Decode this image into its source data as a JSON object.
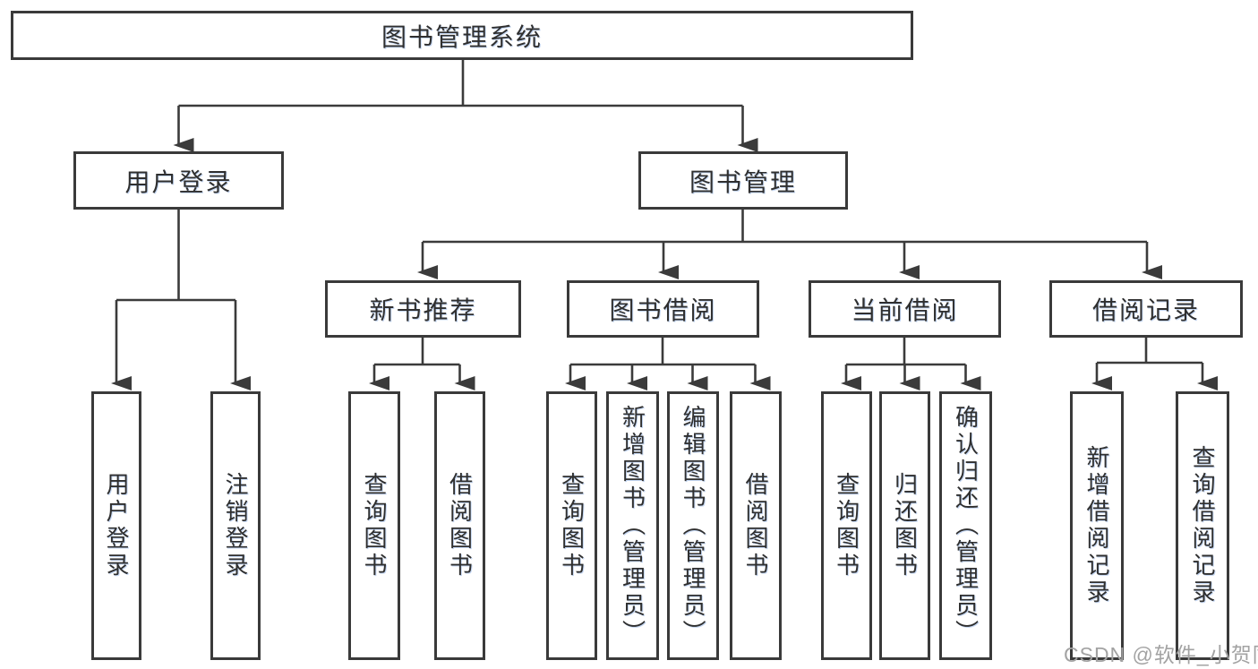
{
  "diagram": {
    "nodes": {
      "root": "图书管理系统",
      "userLogin": "用户登录",
      "bookMgmt": "图书管理",
      "newBookRec": "新书推荐",
      "bookBorrow": "图书借阅",
      "currentBorrow": "当前借阅",
      "borrowRecord": "借阅记录",
      "leafUserLogin": "用户登录",
      "leafLogout": "注销登录",
      "leafQueryBook1": "查询图书",
      "leafBorrowBook1": "借阅图书",
      "leafQueryBook2": "查询图书",
      "leafAddBook": "新增图书（管理员）",
      "leafEditBook": "编辑图书（管理员）",
      "leafBorrowBook2": "借阅图书",
      "leafQueryBook3": "查询图书",
      "leafReturnBook": "归还图书",
      "leafConfirmReturn": "确认归还（管理员）",
      "leafAddRecord": "新增借阅记录",
      "leafQueryRecord": "查询借阅记录"
    },
    "structure": {
      "图书管理系统": [
        "用户登录",
        "图书管理"
      ],
      "用户登录": [
        "用户登录",
        "注销登录"
      ],
      "图书管理": [
        "新书推荐",
        "图书借阅",
        "当前借阅",
        "借阅记录"
      ],
      "新书推荐": [
        "查询图书",
        "借阅图书"
      ],
      "图书借阅": [
        "查询图书",
        "新增图书（管理员）",
        "编辑图书（管理员）",
        "借阅图书"
      ],
      "当前借阅": [
        "查询图书",
        "归还图书",
        "确认归还（管理员）"
      ],
      "借阅记录": [
        "新增借阅记录",
        "查询借阅记录"
      ]
    }
  },
  "watermark": {
    "text": "CSDN @软件_小贺同学"
  },
  "colors": {
    "line": "#3b3b3b",
    "box_border": "#3a3a3a",
    "text": "#2f2f2f",
    "watermark": "#a3a3a3",
    "background": "#ffffff"
  }
}
